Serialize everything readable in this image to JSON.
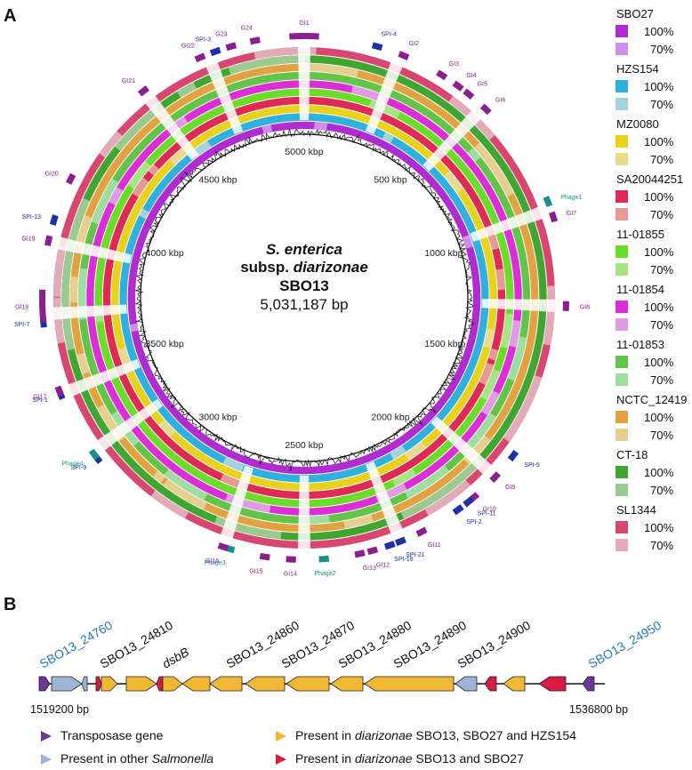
{
  "panel_a": {
    "label": "A",
    "center": {
      "line1": "S. enterica",
      "line2_prefix": "subsp. ",
      "line2_italic": "diarizonae",
      "line3": "SBO13",
      "line4": "5,031,187 bp"
    },
    "ring_ticks": [
      "5000 kbp",
      "500 kbp",
      "1000 kbp",
      "1500 kbp",
      "2000 kbp",
      "2500 kbp",
      "3000 kbp",
      "3500 kbp",
      "4000 kbp",
      "4500 kbp"
    ],
    "rings": [
      {
        "name": "SBO27",
        "c100": "#b02bd0",
        "c70": "#d08ee8"
      },
      {
        "name": "HZS154",
        "c100": "#2fb0de",
        "c70": "#a4d3dc"
      },
      {
        "name": "MZ0080",
        "c100": "#e8d21c",
        "c70": "#e9db8e"
      },
      {
        "name": "SA20044251",
        "c100": "#df2a55",
        "c70": "#e69a92"
      },
      {
        "name": "11-01855",
        "c100": "#6bdc2a",
        "c70": "#a8e384"
      },
      {
        "name": "11-01854",
        "c100": "#dc2ed6",
        "c70": "#e29ae4"
      },
      {
        "name": "11-01853",
        "c100": "#63c44a",
        "c70": "#9fdea1"
      },
      {
        "name": "NCTC_12419",
        "c100": "#e2a242",
        "c70": "#e7cd8e"
      },
      {
        "name": "CT-18",
        "c100": "#3fa632",
        "c70": "#9cc98f"
      },
      {
        "name": "SL1344",
        "c100": "#d9466f",
        "c70": "#e3aab8"
      }
    ],
    "legend": {
      "pct100": "100%",
      "pct70": "70%"
    },
    "features": [
      {
        "label": "GI1",
        "pos": 0.0,
        "type": "gi"
      },
      {
        "label": "SPI-4",
        "pos": 0.045,
        "type": "spi"
      },
      {
        "label": "GI2",
        "pos": 0.062,
        "type": "gi"
      },
      {
        "label": "GI3",
        "pos": 0.088,
        "type": "gi"
      },
      {
        "label": "GI4",
        "pos": 0.1,
        "type": "gi"
      },
      {
        "label": "GI5",
        "pos": 0.108,
        "type": "gi"
      },
      {
        "label": "GI6",
        "pos": 0.122,
        "type": "gi"
      },
      {
        "label": "Phage1",
        "pos": 0.19,
        "type": "phage"
      },
      {
        "label": "GI7",
        "pos": 0.2,
        "type": "gi"
      },
      {
        "label": "GI8",
        "pos": 0.255,
        "type": "gi"
      },
      {
        "label": "SPI-5",
        "pos": 0.353,
        "type": "spi"
      },
      {
        "label": "GI9",
        "pos": 0.37,
        "type": "gi"
      },
      {
        "label": "GI10",
        "pos": 0.388,
        "type": "gi"
      },
      {
        "label": "SPI-11",
        "pos": 0.392,
        "type": "spi"
      },
      {
        "label": "SPI-2",
        "pos": 0.4,
        "type": "spi"
      },
      {
        "label": "GI11",
        "pos": 0.426,
        "type": "gi"
      },
      {
        "label": "SPI-21",
        "pos": 0.44,
        "type": "spi"
      },
      {
        "label": "SPI-18",
        "pos": 0.447,
        "type": "spi"
      },
      {
        "label": "GI12",
        "pos": 0.458,
        "type": "gi"
      },
      {
        "label": "GI13",
        "pos": 0.466,
        "type": "gi"
      },
      {
        "label": "Phage2",
        "pos": 0.488,
        "type": "phage"
      },
      {
        "label": "GI14",
        "pos": 0.508,
        "type": "gi"
      },
      {
        "label": "GI15",
        "pos": 0.524,
        "type": "gi"
      },
      {
        "label": "Phage3",
        "pos": 0.546,
        "type": "phage"
      },
      {
        "label": "GI16",
        "pos": 0.55,
        "type": "gi"
      },
      {
        "label": "SPI-9",
        "pos": 0.645,
        "type": "spi"
      },
      {
        "label": "Phage4",
        "pos": 0.648,
        "type": "phage"
      },
      {
        "label": "SPI-1",
        "pos": 0.69,
        "type": "spi"
      },
      {
        "label": "GI17",
        "pos": 0.692,
        "type": "gi"
      },
      {
        "label": "SPI-7",
        "pos": 0.735,
        "type": "spi"
      },
      {
        "label": "GI18",
        "pos": 0.745,
        "type": "gi"
      },
      {
        "label": "GI19",
        "pos": 0.785,
        "type": "gi"
      },
      {
        "label": "SPI-13",
        "pos": 0.798,
        "type": "spi"
      },
      {
        "label": "GI20",
        "pos": 0.825,
        "type": "gi"
      },
      {
        "label": "GI21",
        "pos": 0.895,
        "type": "gi"
      },
      {
        "label": "GI22",
        "pos": 0.935,
        "type": "gi"
      },
      {
        "label": "SPI-3",
        "pos": 0.945,
        "type": "spi"
      },
      {
        "label": "G23",
        "pos": 0.955,
        "type": "gi"
      },
      {
        "label": "G24",
        "pos": 0.97,
        "type": "gi"
      }
    ],
    "colors": {
      "gi": "#8a1f8e",
      "spi": "#1f2fa8",
      "phage": "#15918e"
    }
  },
  "panel_b": {
    "label": "B",
    "gene_labels": [
      {
        "text": "SBO13_24760",
        "style": "blue"
      },
      {
        "text": "SBO13_24810",
        "style": "plain"
      },
      {
        "text": "dsbB",
        "style": "italic"
      },
      {
        "text": "SBO13_24860",
        "style": "plain"
      },
      {
        "text": "SBO13_24870",
        "style": "plain"
      },
      {
        "text": "SBO13_24880",
        "style": "plain"
      },
      {
        "text": "SBO13_24890",
        "style": "plain"
      },
      {
        "text": "SBO13_24900",
        "style": "plain"
      },
      {
        "text": "SBO13_24950",
        "style": "blue"
      }
    ],
    "start_bp": "1519200 bp",
    "end_bp": "1536800 bp",
    "legend": [
      {
        "text": "Transposase gene",
        "color": "#6b3a93"
      },
      {
        "text_prefix": "Present in other ",
        "text_italic": "Salmonella",
        "color": "#9db4d6"
      },
      {
        "text_prefix": "Present in ",
        "text_italic": "diarizonae",
        "text_suffix": " SBO13, SBO27 and HZS154",
        "color": "#f2b834"
      },
      {
        "text_prefix": "Present in ",
        "text_italic": "diarizonae",
        "text_suffix": " SBO13 and SBO27",
        "color": "#d81b45"
      }
    ],
    "colors": {
      "transposase": "#6b3a93",
      "other": "#9db4d6",
      "three": "#f2b834",
      "two": "#d81b45"
    }
  }
}
